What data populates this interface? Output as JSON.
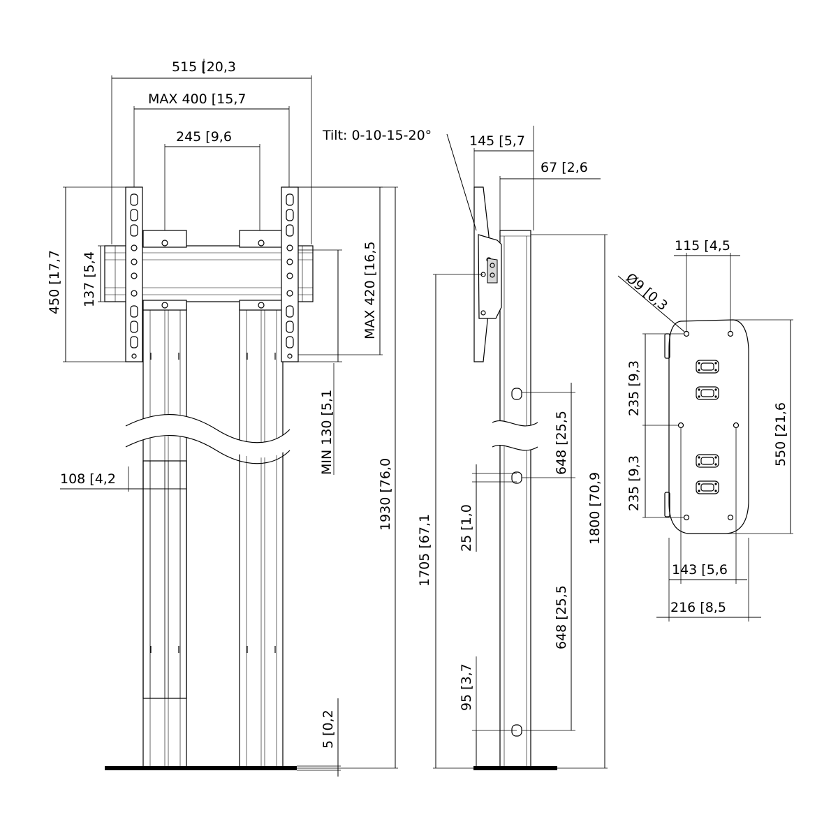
{
  "dimensions": {
    "front": {
      "overall_width": {
        "mm": "515",
        "inch": "20,3"
      },
      "max_hole_pattern": {
        "mm": "MAX 400",
        "inch": "15,7"
      },
      "rail_spacing": {
        "mm": "245",
        "inch": "9,6"
      },
      "bracket_height": {
        "mm": "450",
        "inch": "17,7"
      },
      "crossbar_height": {
        "mm": "137",
        "inch": "5,4"
      },
      "max_vertical_pattern": {
        "mm": "MAX 420",
        "inch": "16,5"
      },
      "min_vertical_pattern": {
        "mm": "MIN 130",
        "inch": "5,1"
      },
      "column_width": {
        "mm": "108",
        "inch": "4,2"
      },
      "total_height": {
        "mm": "1930",
        "inch": "76,0"
      },
      "base_thickness": {
        "mm": "5",
        "inch": "0,2"
      }
    },
    "side": {
      "tilt": "Tilt: 0-10-15-20°",
      "mount_depth": {
        "mm": "145",
        "inch": "5,7"
      },
      "column_depth": {
        "mm": "67",
        "inch": "2,6"
      },
      "center_height": {
        "mm": "1705",
        "inch": "67,1"
      },
      "column_height": {
        "mm": "1800",
        "inch": "70,9"
      },
      "upper_slot_spacing": {
        "mm": "648",
        "inch": "25,5"
      },
      "lower_slot_spacing": {
        "mm": "648",
        "inch": "25,5"
      },
      "slot_height": {
        "mm": "25",
        "inch": "1,0"
      },
      "bottom_slot_offset": {
        "mm": "95",
        "inch": "3,7"
      }
    },
    "base": {
      "hole_diameter": {
        "mm": "Ø9",
        "inch": "0,3"
      },
      "top_hole_spacing": {
        "mm": "115",
        "inch": "4,5"
      },
      "upper_hole_pitch": {
        "mm": "235",
        "inch": "9,3"
      },
      "lower_hole_pitch": {
        "mm": "235",
        "inch": "9,3"
      },
      "base_length": {
        "mm": "550",
        "inch": "21,6"
      },
      "bottom_hole_spacing": {
        "mm": "143",
        "inch": "5,6"
      },
      "base_width": {
        "mm": "216",
        "inch": "8,5"
      }
    }
  }
}
